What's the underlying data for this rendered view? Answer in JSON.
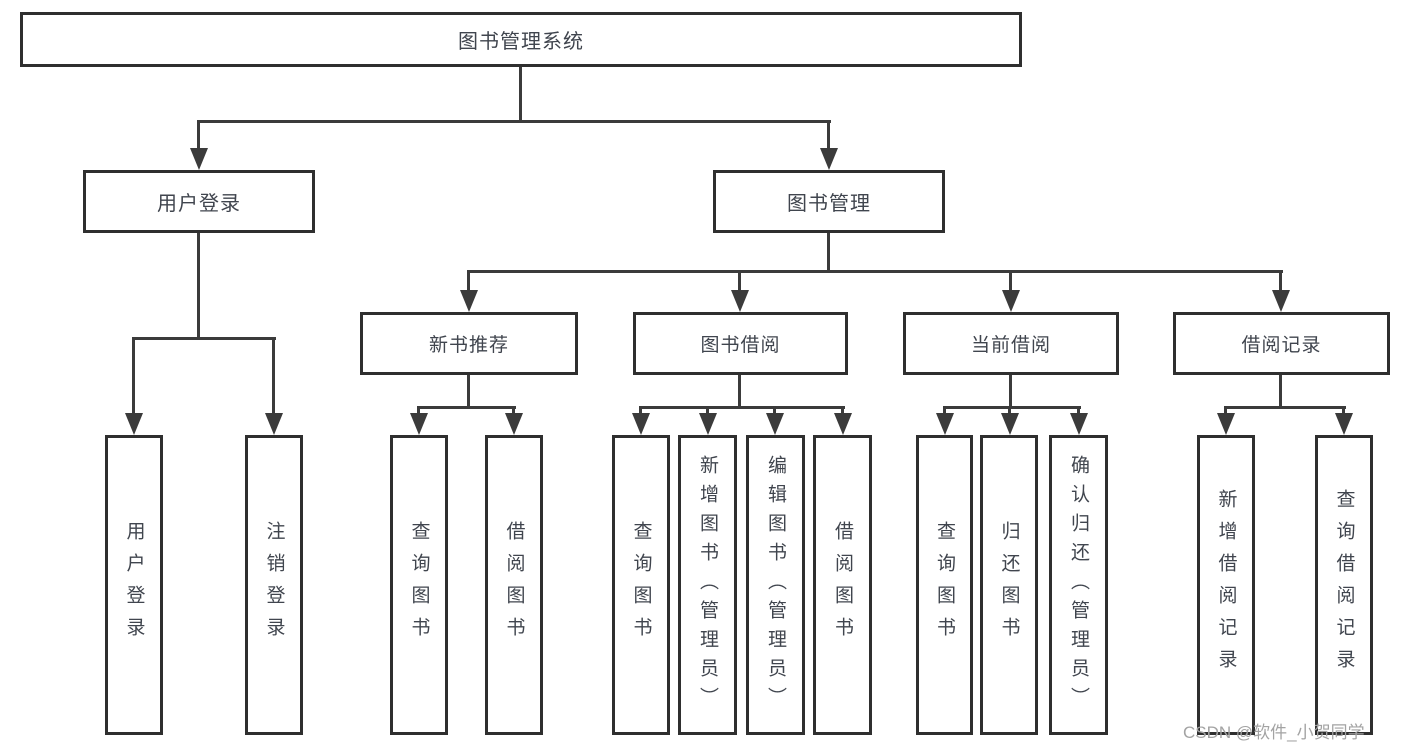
{
  "diagram": {
    "type": "tree",
    "root": {
      "label": "图书管理系统",
      "children": [
        {
          "label": "用户登录",
          "children": [
            {
              "label": "用户登录"
            },
            {
              "label": "注销登录"
            }
          ]
        },
        {
          "label": "图书管理",
          "children": [
            {
              "label": "新书推荐",
              "children": [
                {
                  "label": "查询图书"
                },
                {
                  "label": "借阅图书"
                }
              ]
            },
            {
              "label": "图书借阅",
              "children": [
                {
                  "label": "查询图书"
                },
                {
                  "label": "新增图书（管理员）"
                },
                {
                  "label": "编辑图书（管理员）"
                },
                {
                  "label": "借阅图书"
                }
              ]
            },
            {
              "label": "当前借阅",
              "children": [
                {
                  "label": "查询图书"
                },
                {
                  "label": "归还图书"
                },
                {
                  "label": "确认归还（管理员）"
                }
              ]
            },
            {
              "label": "借阅记录",
              "children": [
                {
                  "label": "新增借阅记录"
                },
                {
                  "label": "查询借阅记录"
                }
              ]
            }
          ]
        }
      ]
    }
  },
  "watermark": {
    "text": "CSDN @软件_小贺同学"
  },
  "colors": {
    "line": "#3b3b3b",
    "box_border": "#2f2f2f",
    "text": "#40454e",
    "watermark": "#a3a3a3",
    "background": "#ffffff"
  }
}
